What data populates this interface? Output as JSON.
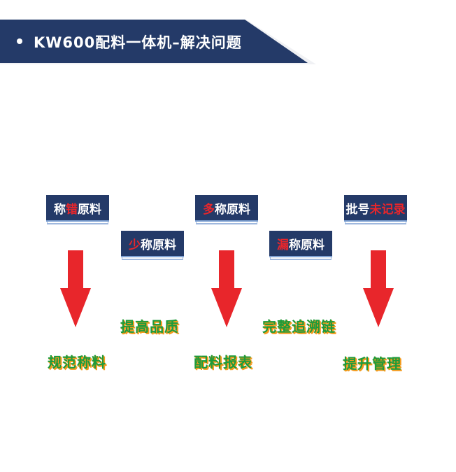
{
  "banner": {
    "title": "KW600配料一体机–解决问题"
  },
  "problems": [
    {
      "red": "错",
      "pre": "称",
      "post": "原料"
    },
    {
      "red": "少",
      "pre": "",
      "post": "称原料"
    },
    {
      "red": "多",
      "pre": "",
      "post": "称原料"
    },
    {
      "red": "漏",
      "pre": "",
      "post": "称原料"
    },
    {
      "red": "未记录",
      "pre": "批号",
      "post": ""
    }
  ],
  "benefits_middle": [
    "提高品质",
    "完整追溯链"
  ],
  "results": [
    "规范称料",
    "配料报表",
    "提升管理"
  ],
  "colors": {
    "banner": "#243a68",
    "box": "#243a68",
    "highlight_red": "#e8262b",
    "arrow_red": "#e8262b",
    "text_green": "#1e9b3a",
    "shadow_orange": "#f39a1c"
  }
}
